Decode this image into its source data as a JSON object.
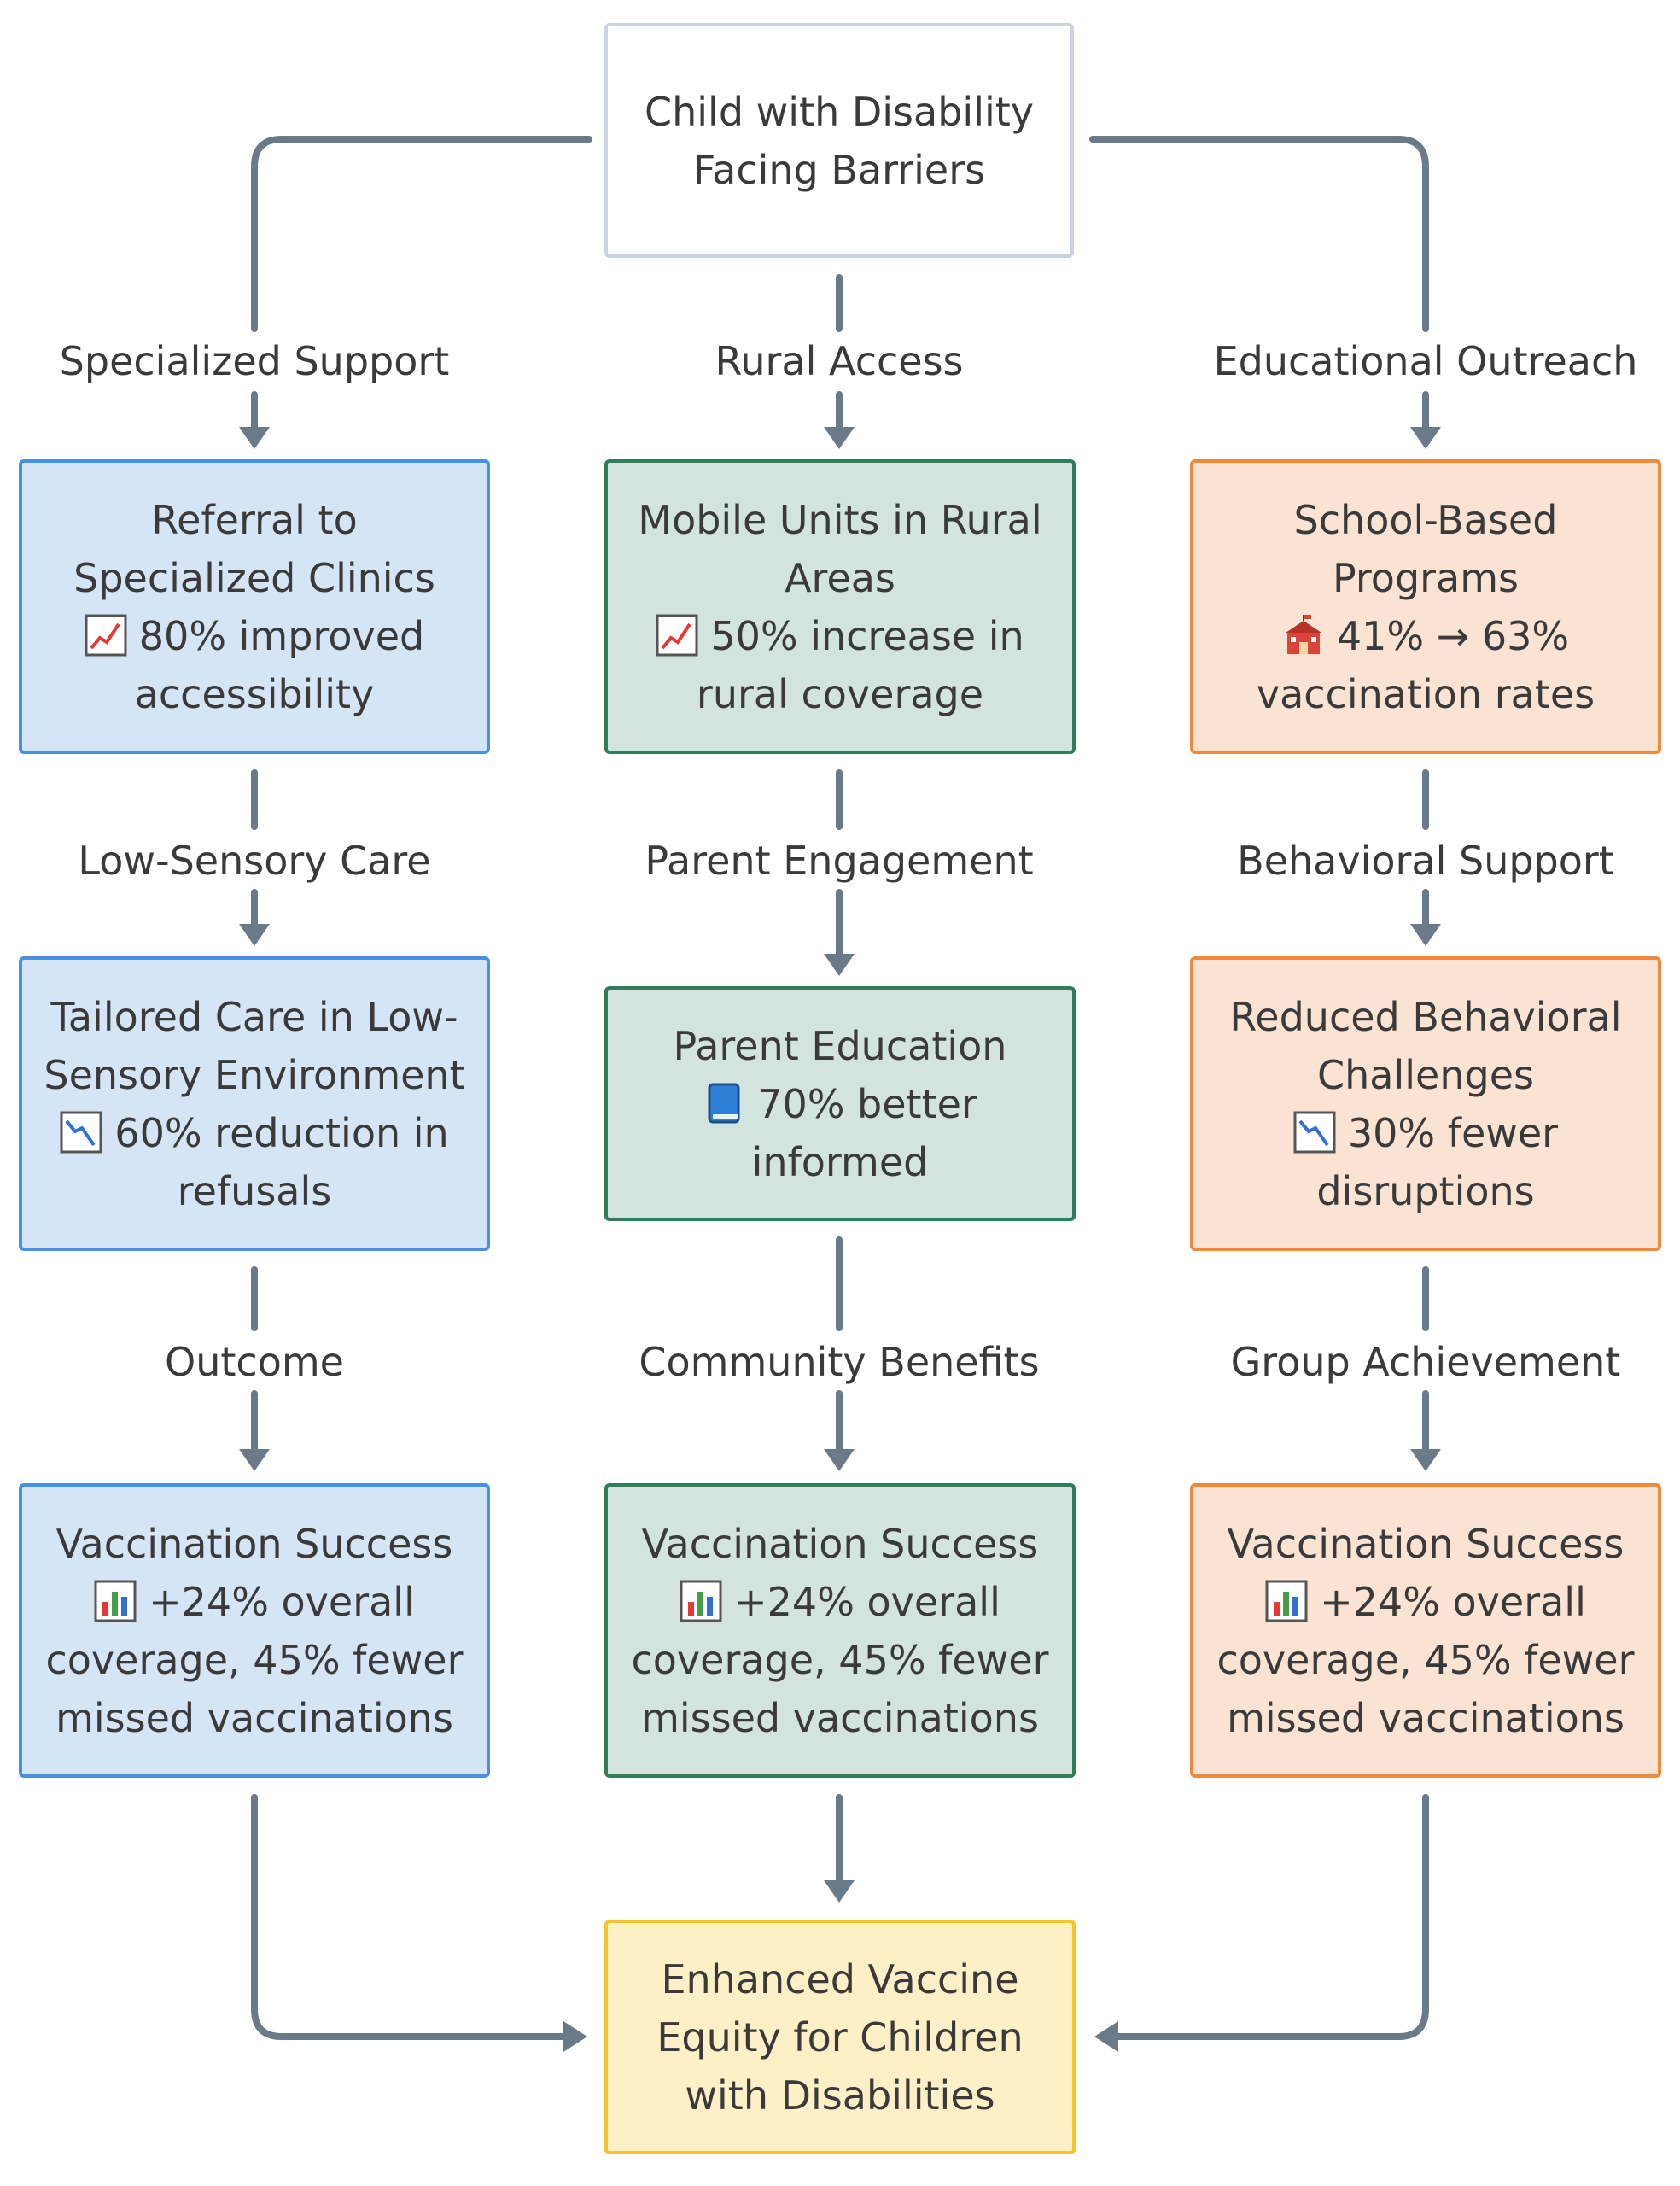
{
  "colors": {
    "edge": "#6b7a89",
    "blue_fill": "#d6e5f6",
    "blue_border": "#4a90e2",
    "green_fill": "#d3e4df",
    "green_border": "#2f7d5b",
    "orange_fill": "#fbe3d4",
    "orange_border": "#ef8a3c",
    "top_fill": "#ffffff",
    "top_border": "#c9d4de",
    "bottom_fill": "#fdf0c6",
    "bottom_border": "#f5c42c"
  },
  "nodes": {
    "start": {
      "lines": [
        "Child with Disability",
        "Facing Barriers"
      ]
    },
    "left1": {
      "lines": [
        "Referral to",
        "Specialized Clinics",
        "80% improved",
        "accessibility"
      ],
      "icon": "chart-increasing-icon",
      "icon_line": 2
    },
    "center1": {
      "lines": [
        "Mobile Units in Rural",
        "Areas",
        "50% increase in",
        "rural coverage"
      ],
      "icon": "chart-increasing-icon",
      "icon_line": 2
    },
    "right1": {
      "lines": [
        "School-Based",
        "Programs",
        "41% → 63%",
        "vaccination rates"
      ],
      "icon": "school-icon",
      "icon_line": 2
    },
    "left2": {
      "lines": [
        "Tailored Care in Low-",
        "Sensory Environment",
        "60% reduction in",
        "refusals"
      ],
      "icon": "chart-decreasing-icon",
      "icon_line": 2
    },
    "center2": {
      "lines": [
        "Parent Education",
        "70% better",
        "informed"
      ],
      "icon": "book-icon",
      "icon_line": 1
    },
    "right2": {
      "lines": [
        "Reduced Behavioral",
        "Challenges",
        "30% fewer",
        "disruptions"
      ],
      "icon": "chart-decreasing-icon",
      "icon_line": 2
    },
    "left3": {
      "lines": [
        "Vaccination Success",
        "+24% overall",
        "coverage, 45% fewer",
        "missed vaccinations"
      ],
      "icon": "bar-chart-icon",
      "icon_line": 1
    },
    "center3": {
      "lines": [
        "Vaccination Success",
        "+24% overall",
        "coverage, 45% fewer",
        "missed vaccinations"
      ],
      "icon": "bar-chart-icon",
      "icon_line": 1
    },
    "right3": {
      "lines": [
        "Vaccination Success",
        "+24% overall",
        "coverage, 45% fewer",
        "missed vaccinations"
      ],
      "icon": "bar-chart-icon",
      "icon_line": 1
    },
    "end": {
      "lines": [
        "Enhanced Vaccine",
        "Equity for Children",
        "with Disabilities"
      ]
    }
  },
  "edge_labels": {
    "specialized_support": "Specialized Support",
    "rural_access": "Rural Access",
    "educational_outreach": "Educational Outreach",
    "low_sensory_care": "Low-Sensory Care",
    "parent_engagement": "Parent Engagement",
    "behavioral_support": "Behavioral Support",
    "outcome": "Outcome",
    "community_benefits": "Community Benefits",
    "group_achievement": "Group Achievement"
  }
}
